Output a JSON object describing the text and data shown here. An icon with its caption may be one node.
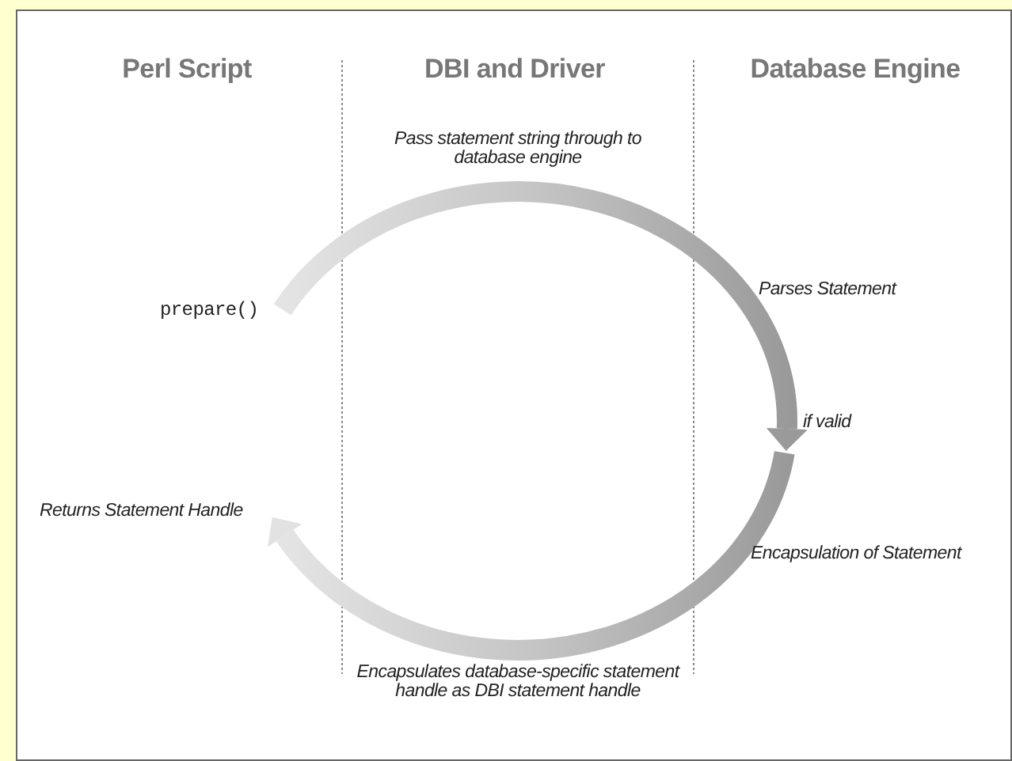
{
  "diagram": {
    "nodes": [
      {
        "text": [
          "prepare()"
        ]
      },
      {
        "text": [
          "if valid"
        ]
      },
      {
        "text": [
          "Returns Statement Handle"
        ]
      }
    ],
    "edges": [
      {
        "from": 0,
        "to": 1,
        "arrow": "to",
        "label": "Pass statement string through to database engine"
      },
      {
        "from": 1,
        "to": 2,
        "arrow": "to",
        "label": "Encapsulates database-specific statement handle as DBI statement handle"
      }
    ],
    "labels": [
      "Perl Script",
      "DBI and Driver",
      "Database Engine",
      "Parses Statement",
      "Encapsulation of Statement"
    ]
  }
}
